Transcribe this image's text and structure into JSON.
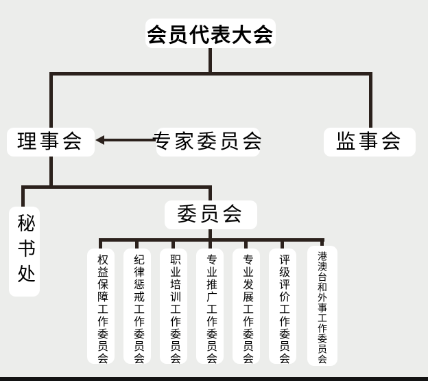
{
  "diagram_type": "org-chart",
  "nodes": {
    "root": {
      "label": "会员代表大会"
    },
    "council": {
      "label": "理事会"
    },
    "expert": {
      "label": "专家委员会"
    },
    "supervisory": {
      "label": "监事会"
    },
    "secretariat": {
      "label": "秘书处"
    },
    "hub": {
      "label": "委员会"
    }
  },
  "committees": [
    {
      "label": "权益保障工作委员会"
    },
    {
      "label": "纪律惩戒工作委员会"
    },
    {
      "label": "职业培训工作委员会"
    },
    {
      "label": "专业推广工作委员会"
    },
    {
      "label": "专业发展工作委员会"
    },
    {
      "label": "评级评价工作委员会"
    },
    {
      "label": "港澳台和外事工作委员会"
    }
  ],
  "edges": [
    {
      "from": "会员代表大会",
      "to": "理事会",
      "style": "line"
    },
    {
      "from": "会员代表大会",
      "to": "监事会",
      "style": "line"
    },
    {
      "from": "专家委员会",
      "to": "理事会",
      "style": "arrow"
    },
    {
      "from": "理事会",
      "to": "秘书处",
      "style": "line"
    },
    {
      "from": "理事会",
      "to": "委员会",
      "style": "line"
    },
    {
      "from": "委员会",
      "to": "权益保障工作委员会",
      "style": "line"
    },
    {
      "from": "委员会",
      "to": "纪律惩戒工作委员会",
      "style": "line"
    },
    {
      "from": "委员会",
      "to": "职业培训工作委员会",
      "style": "line"
    },
    {
      "from": "委员会",
      "to": "专业推广工作委员会",
      "style": "line"
    },
    {
      "from": "委员会",
      "to": "专业发展工作委员会",
      "style": "line"
    },
    {
      "from": "委员会",
      "to": "评级评价工作委员会",
      "style": "line"
    },
    {
      "from": "委员会",
      "to": "港澳台和外事工作委员会",
      "style": "line"
    }
  ],
  "colors": {
    "background": "#ECEDEB",
    "box_fill": "#FFFFFF",
    "line": "#2B211C",
    "text": "#000000",
    "bottom_rule": "#131313"
  }
}
